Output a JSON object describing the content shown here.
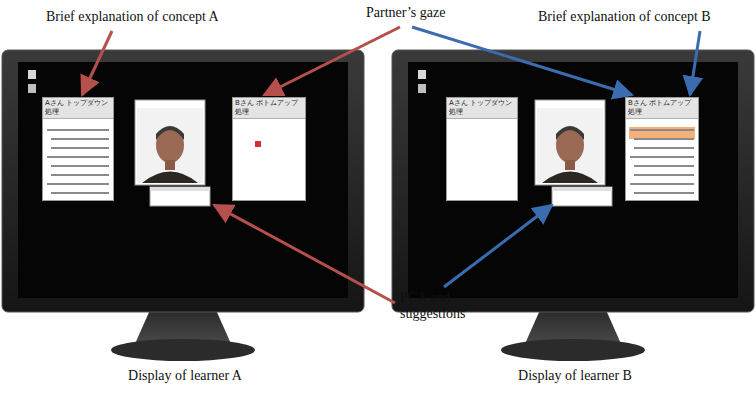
{
  "diagram": {
    "nodes": [
      {
        "text": [
          "Aさん トップダウン処理"
        ]
      },
      {
        "text": [
          "Bさん ボトムアップ処理"
        ]
      },
      {
        "text": [
          "Aさん トップダウン処理"
        ]
      },
      {
        "text": [
          "Bさん ボトムアップ処理"
        ]
      }
    ],
    "labels": [
      "Brief explanation of concept A",
      "Partner’s gaze",
      "Brief explanation of concept B",
      "PCA and suggestions",
      "Display of learner A",
      "Display of learner B"
    ]
  }
}
